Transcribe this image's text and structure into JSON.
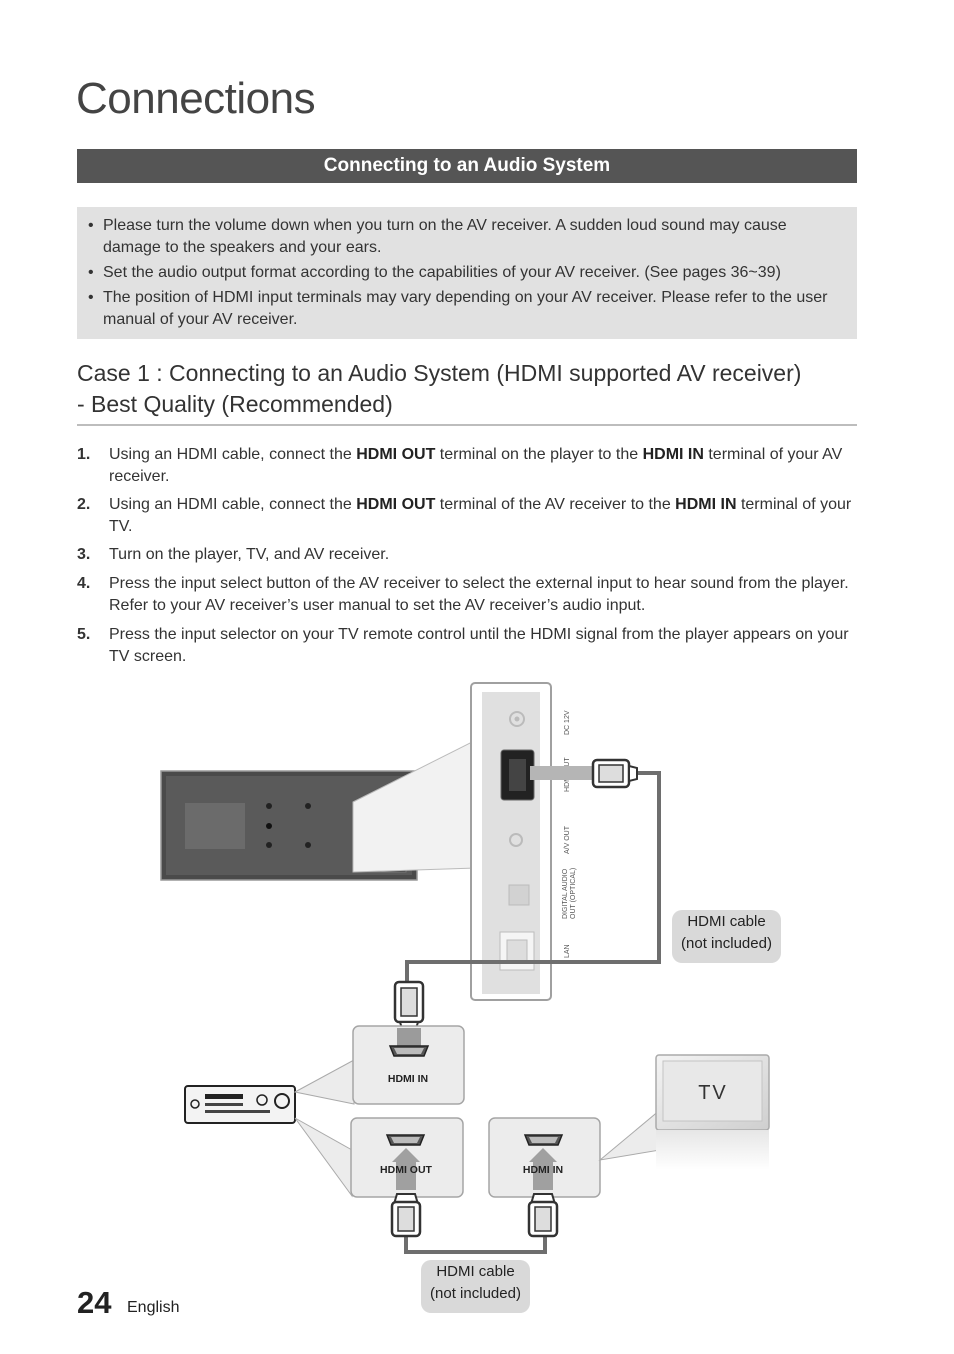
{
  "page": {
    "title": "Connections",
    "section_bar": "Connecting to an Audio System",
    "notes": [
      "Please turn the volume down when you turn on the AV receiver. A sudden loud sound may cause damage to the speakers and your ears.",
      "Set the audio output format according to the capabilities of your AV receiver. (See pages 36~39)",
      "The position of HDMI input terminals may vary depending on your AV receiver. Please refer to the user manual of your AV receiver."
    ],
    "case_title_line1": "Case 1 : Connecting to an Audio System (HDMI supported AV receiver)",
    "case_title_line2": "- Best Quality (Recommended)",
    "bullet": "•",
    "steps": [
      {
        "num": "1.",
        "t1": "Using an HDMI cable, connect the ",
        "b1": "HDMI OUT",
        "t2": " terminal on the player to the ",
        "b2": "HDMI IN",
        "t3": " terminal of your AV receiver."
      },
      {
        "num": "2.",
        "t1": "Using an HDMI cable, connect the ",
        "b1": "HDMI OUT",
        "t2": " terminal of the AV receiver to the ",
        "b2": "HDMI IN",
        "t3": " terminal of your TV."
      },
      {
        "num": "3.",
        "text": "Turn on the player, TV, and AV receiver."
      },
      {
        "num": "4.",
        "text": "Press the input select button of the AV receiver to select the external input to hear sound from the player. Refer to your AV receiver’s user manual to set the AV receiver’s audio input."
      },
      {
        "num": "5.",
        "text": "Press the input selector on your TV remote control until the HDMI signal from the player appears on your TV screen."
      }
    ],
    "page_number": "24",
    "language": "English"
  },
  "diagram": {
    "panel_labels": {
      "dc": "DC 12V",
      "hdmi_out": "HDMI OUT",
      "av_out": "A/V OUT",
      "digital_1": "DIGITAL AUDIO",
      "digital_2": "OUT (OPTICAL)",
      "lan": "LAN"
    },
    "receiver_hdmi_in": "HDMI IN",
    "receiver_hdmi_out": "HDMI OUT",
    "tv_hdmi_in": "HDMI IN",
    "tv_label": "TV",
    "cable_1_line1": "HDMI cable",
    "cable_1_line2": "(not included)",
    "cable_2_line1": "HDMI cable",
    "cable_2_line2": "(not included)",
    "colors": {
      "cable": "#6e6e6e",
      "callout": "#d9d9d9",
      "bar": "#555555"
    }
  }
}
